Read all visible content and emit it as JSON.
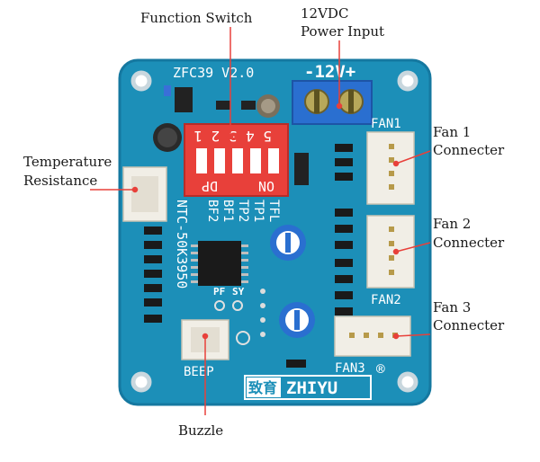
{
  "callouts": {
    "function_switch": "Function Switch",
    "power_input_line1": "12VDC",
    "power_input_line2": "Power Input",
    "temperature_line1": "Temperature",
    "temperature_line2": "Resistance",
    "fan1_line1": "Fan 1",
    "fan1_line2": "Connecter",
    "fan2_line1": "Fan 2",
    "fan2_line2": "Connecter",
    "fan3_line1": "Fan 3",
    "fan3_line2": "Connecter",
    "buzzle": "Buzzle"
  },
  "board": {
    "model": "ZFC39 V2.0",
    "power_label": "-12V+",
    "switch_numbers": "5 4 3 2 1",
    "switch_dp": "DP",
    "switch_on": "ON",
    "silk_tfl": "TFL",
    "silk_tp1": "TP1",
    "silk_tp2": "TP2",
    "silk_bf1": "BF1",
    "silk_bf2": "BF2",
    "silk_ntc": "NTC-50K3950",
    "silk_pf": "PF",
    "silk_sy": "SY",
    "fan1": "FAN1",
    "fan2": "FAN2",
    "fan3": "FAN3",
    "beep": "BEEP",
    "brand_cn": "致育",
    "brand": "ZHIYU",
    "registered": "®"
  },
  "colors": {
    "pcb": "#1c8fb8",
    "pcb_edge": "#1578a0",
    "switch": "#e8403a",
    "terminal": "#2a6fd0",
    "connector": "#f1eee6"
  }
}
